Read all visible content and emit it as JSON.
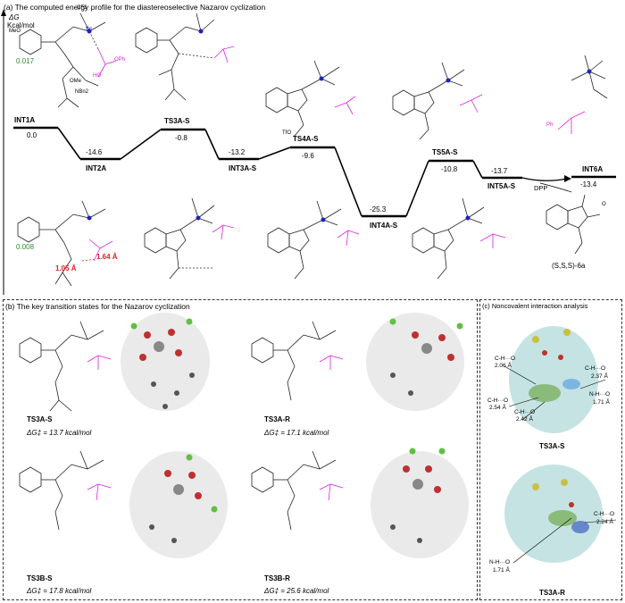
{
  "panel_a": {
    "title": "(a) The computed energy profile for the diastereoselective Nazarov cyclization",
    "axis_label": "ΔG",
    "axis_unit": "Kcal/mol",
    "states": [
      {
        "name": "INT1A",
        "value": "0.0"
      },
      {
        "name": "INT2A",
        "value": "-14.6"
      },
      {
        "name": "TS3A-S",
        "value": "-0.8"
      },
      {
        "name": "INT3A-S",
        "value": "-13.2"
      },
      {
        "name": "TS4A-S",
        "value": "-9.6"
      },
      {
        "name": "INT4A-S",
        "value": "-25.3"
      },
      {
        "name": "TS5A-S",
        "value": "-10.8"
      },
      {
        "name": "INT5A-S",
        "value": "-13.7"
      },
      {
        "name": "INT6A",
        "value": "-13.4"
      }
    ],
    "dpp": "DPP",
    "product": "(S,S,S)-6a",
    "annotations": {
      "charge_top": "0.017",
      "charge_bottom": "0.008",
      "dist_1": "1.64 Å",
      "dist_2": "1.05 Å"
    },
    "struct_labels": [
      "Sc",
      "CF3",
      "OMe",
      "MeO",
      "NBn2",
      "OPh",
      "Ph",
      "HO",
      "TfO",
      "O"
    ]
  },
  "panel_b": {
    "title": "(b) The key transition states for the Nazarov cyclization",
    "entries": [
      {
        "name": "TS3A-S",
        "energy": "ΔG‡ = 13.7 kcal/mol"
      },
      {
        "name": "TS3A-R",
        "energy": "ΔG‡ = 17.1 kcal/mol"
      },
      {
        "name": "TS3B-S",
        "energy": "ΔG‡ = 17.8 kcal/mol"
      },
      {
        "name": "TS3B-R",
        "energy": "ΔG‡ = 25.6 kcal/mol"
      }
    ]
  },
  "panel_c": {
    "title": "(c) Noncovalent interaction analysis",
    "top_name": "TS3A-S",
    "bottom_name": "TS3A-R",
    "top_labels": [
      "C-H···O",
      "2.06 Å",
      "C-H···O",
      "2.37 Å",
      "N-H···O",
      "1.71 Å",
      "C-H···O",
      "2.54 Å",
      "C-H···O",
      "2.42 Å"
    ],
    "bottom_labels": [
      "C-H···O",
      "2.24 Å",
      "N-H···O",
      "1.71 Å"
    ]
  },
  "colors": {
    "line": "#000000",
    "magenta": "#e020e0",
    "green": "#2e8b2e",
    "red": "#e02020",
    "blue": "#2020c0",
    "box": "#333333"
  }
}
